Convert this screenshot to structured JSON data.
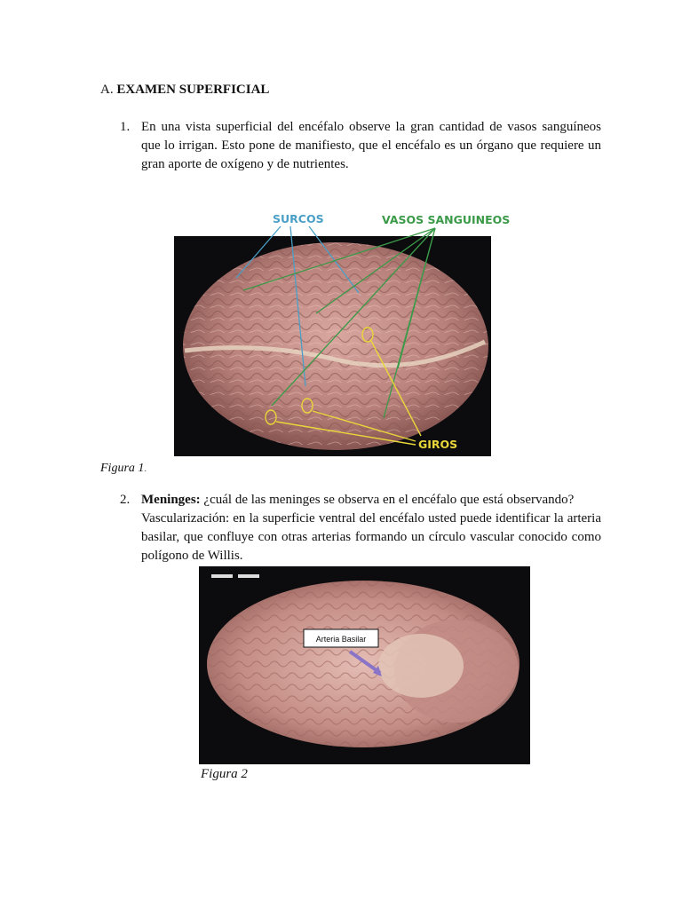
{
  "section": {
    "letter": "A.",
    "title": "EXAMEN SUPERFICIAL"
  },
  "item1": {
    "num": "1.",
    "text": "En una vista superficial del encéfalo observe la gran cantidad de vasos sanguíneos que lo irrigan. Esto pone de manifiesto, que el encéfalo es un órgano que requiere un gran aporte de oxígeno y de nutrientes."
  },
  "figure1": {
    "label_surcos": "SURCOS",
    "label_vasos": "VASOS SANGUINEOS",
    "label_giros": "GIROS",
    "caption": "Figura 1",
    "caption_suffix": ".",
    "colors": {
      "surcos": "#4a9fc6",
      "vasos": "#3a9a48",
      "giros": "#e8d63a"
    }
  },
  "item2": {
    "num": "2.",
    "bold": "Meninges:",
    "question": " ¿cuál de las meninges se observa en el encéfalo que está observando?",
    "rest": "Vascularización: en la superficie ventral del encéfalo usted puede identificar la arteria basilar, que confluye con otras arterias formando un círculo vascular conocido como polígono de Willis."
  },
  "figure2": {
    "label": "Arteria Basilar",
    "caption": "Figura 2"
  }
}
